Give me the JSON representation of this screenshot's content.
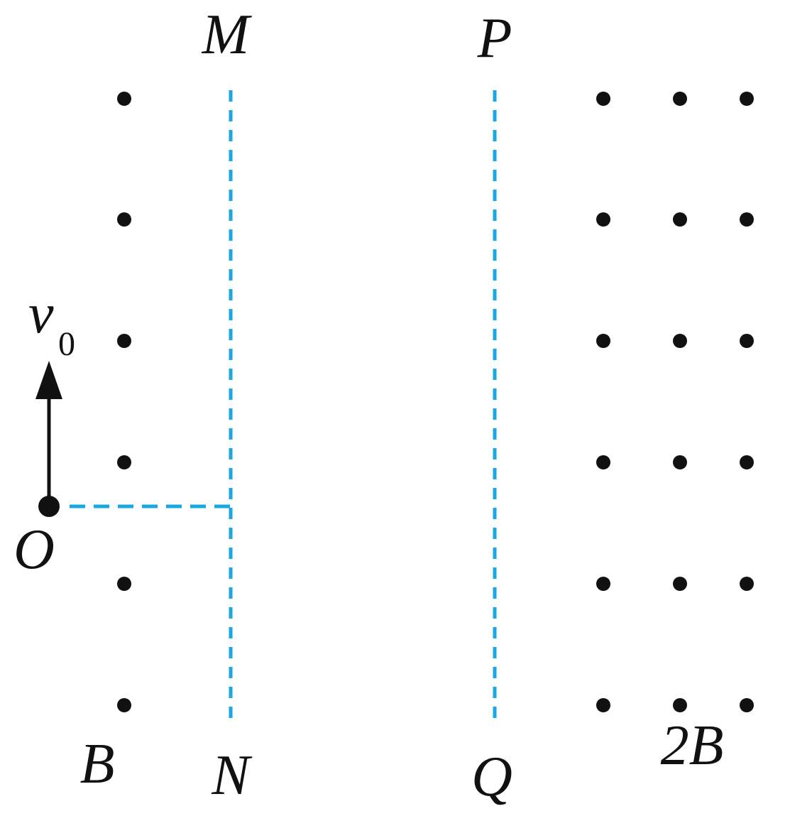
{
  "labels": {
    "M": "M",
    "N": "N",
    "P": "P",
    "Q": "Q",
    "O": "O",
    "v": "v",
    "v_sub": "0",
    "B_left": "B",
    "B_right": "2B"
  },
  "colors": {
    "boundary": "#1aa7e2",
    "dots": "#111111",
    "arrow": "#111111",
    "text": "#111111"
  },
  "fields": {
    "left_region": {
      "field_label": "B",
      "direction": "out-of-page"
    },
    "right_region": {
      "field_label": "2B",
      "direction": "out-of-page"
    }
  }
}
